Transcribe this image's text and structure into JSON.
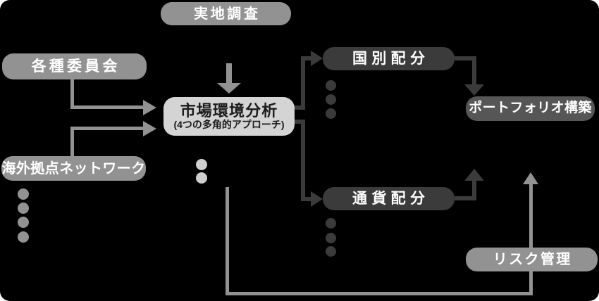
{
  "diagram": {
    "background": "#000000",
    "colors": {
      "gray": "#929292",
      "light": "#d4d4d4",
      "dark": "#3b3b3b",
      "mid": "#565656",
      "text_dark": "#1b1b1b",
      "text_light": "#ffffff",
      "dot_light": "#cfcfcf"
    },
    "nodes": {
      "field_survey": {
        "label": "実地調査"
      },
      "committees": {
        "label": "各種委員会"
      },
      "overseas_network": {
        "label": "海外拠点ネットワーク"
      },
      "market_analysis": {
        "title": "市場環境分析",
        "subtitle": "(4つの多角的アプローチ)"
      },
      "country_allocation": {
        "label": "国別配分"
      },
      "currency_allocation": {
        "label": "通貨配分"
      },
      "portfolio_construction": {
        "label": "ポートフォリオ構築"
      },
      "risk_management": {
        "label": "リスク管理"
      }
    },
    "edges": [
      {
        "from": "field_survey",
        "to": "market_analysis",
        "style": "gray-arrow-down"
      },
      {
        "from": "committees",
        "to": "market_analysis",
        "style": "gray-elbow-arrow"
      },
      {
        "from": "overseas_network",
        "to": "market_analysis",
        "style": "gray-elbow-arrow"
      },
      {
        "from": "market_analysis",
        "to": "country_allocation",
        "style": "dark-elbow-arrow"
      },
      {
        "from": "market_analysis",
        "to": "currency_allocation",
        "style": "dark-elbow-arrow"
      },
      {
        "from": "country_allocation",
        "to": "portfolio_construction",
        "style": "dark-elbow-arrow-down"
      },
      {
        "from": "currency_allocation",
        "to": "portfolio_construction",
        "style": "dark-elbow-arrow-up"
      },
      {
        "from": "market_analysis",
        "to": "portfolio_construction",
        "style": "gray-feedback-loop-through-risk-management"
      }
    ]
  }
}
